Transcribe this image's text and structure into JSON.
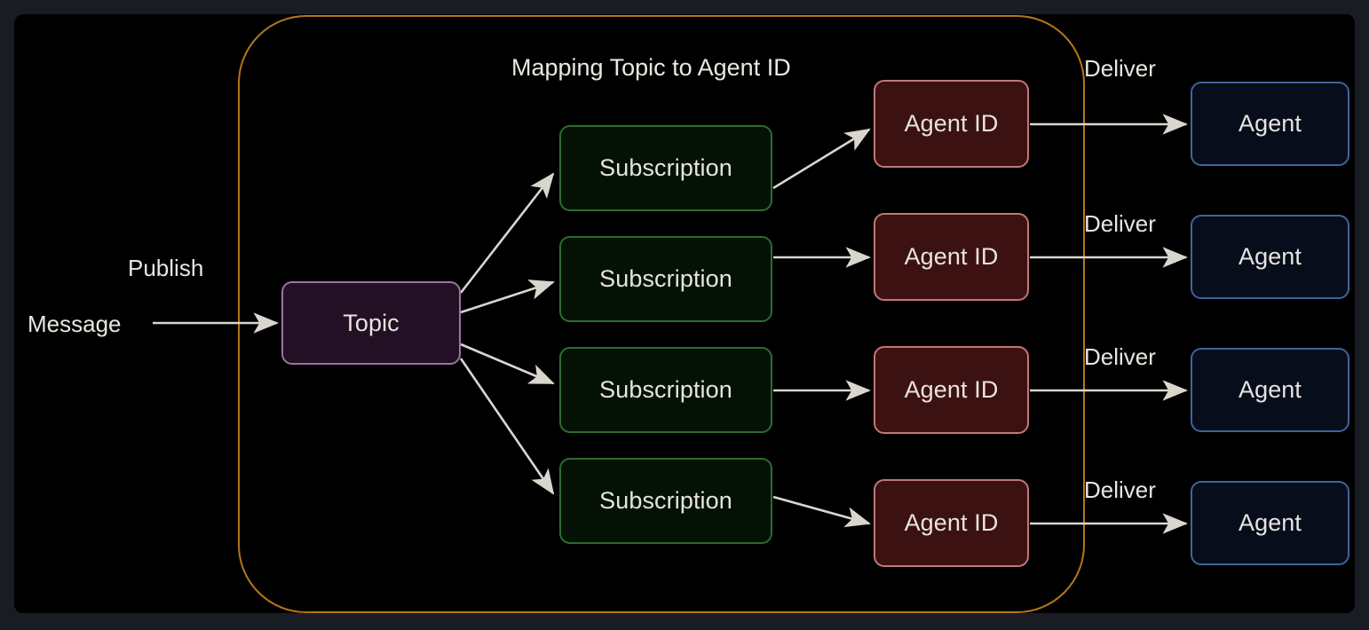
{
  "canvas": {
    "page_background": "#191c22",
    "panel_background": "#000000",
    "edge_color": "#d9d6ce",
    "group_border_color": "#b5761a"
  },
  "diagram": {
    "title": "Mapping Topic to Agent ID",
    "title_color": "#ebe8e2"
  },
  "external": {
    "message_label": "Message",
    "publish_label": "Publish"
  },
  "topic": {
    "label": "Topic",
    "fill": "#241024",
    "stroke": "#9c72a6"
  },
  "subscriptions": [
    {
      "label": "Subscription"
    },
    {
      "label": "Subscription"
    },
    {
      "label": "Subscription"
    },
    {
      "label": "Subscription"
    }
  ],
  "agent_ids": [
    {
      "label": "Agent ID"
    },
    {
      "label": "Agent ID"
    },
    {
      "label": "Agent ID"
    },
    {
      "label": "Agent ID"
    }
  ],
  "agents": [
    {
      "label": "Agent"
    },
    {
      "label": "Agent"
    },
    {
      "label": "Agent"
    },
    {
      "label": "Agent"
    }
  ],
  "deliver_labels": [
    {
      "label": "Deliver"
    },
    {
      "label": "Deliver"
    },
    {
      "label": "Deliver"
    },
    {
      "label": "Deliver"
    }
  ],
  "palette": {
    "subscription_fill": "#041206",
    "subscription_stroke": "#2e6b2e",
    "agentid_fill": "#3c1111",
    "agentid_stroke": "#c07878",
    "agent_fill": "#080d1c",
    "agent_stroke": "#41639c"
  }
}
